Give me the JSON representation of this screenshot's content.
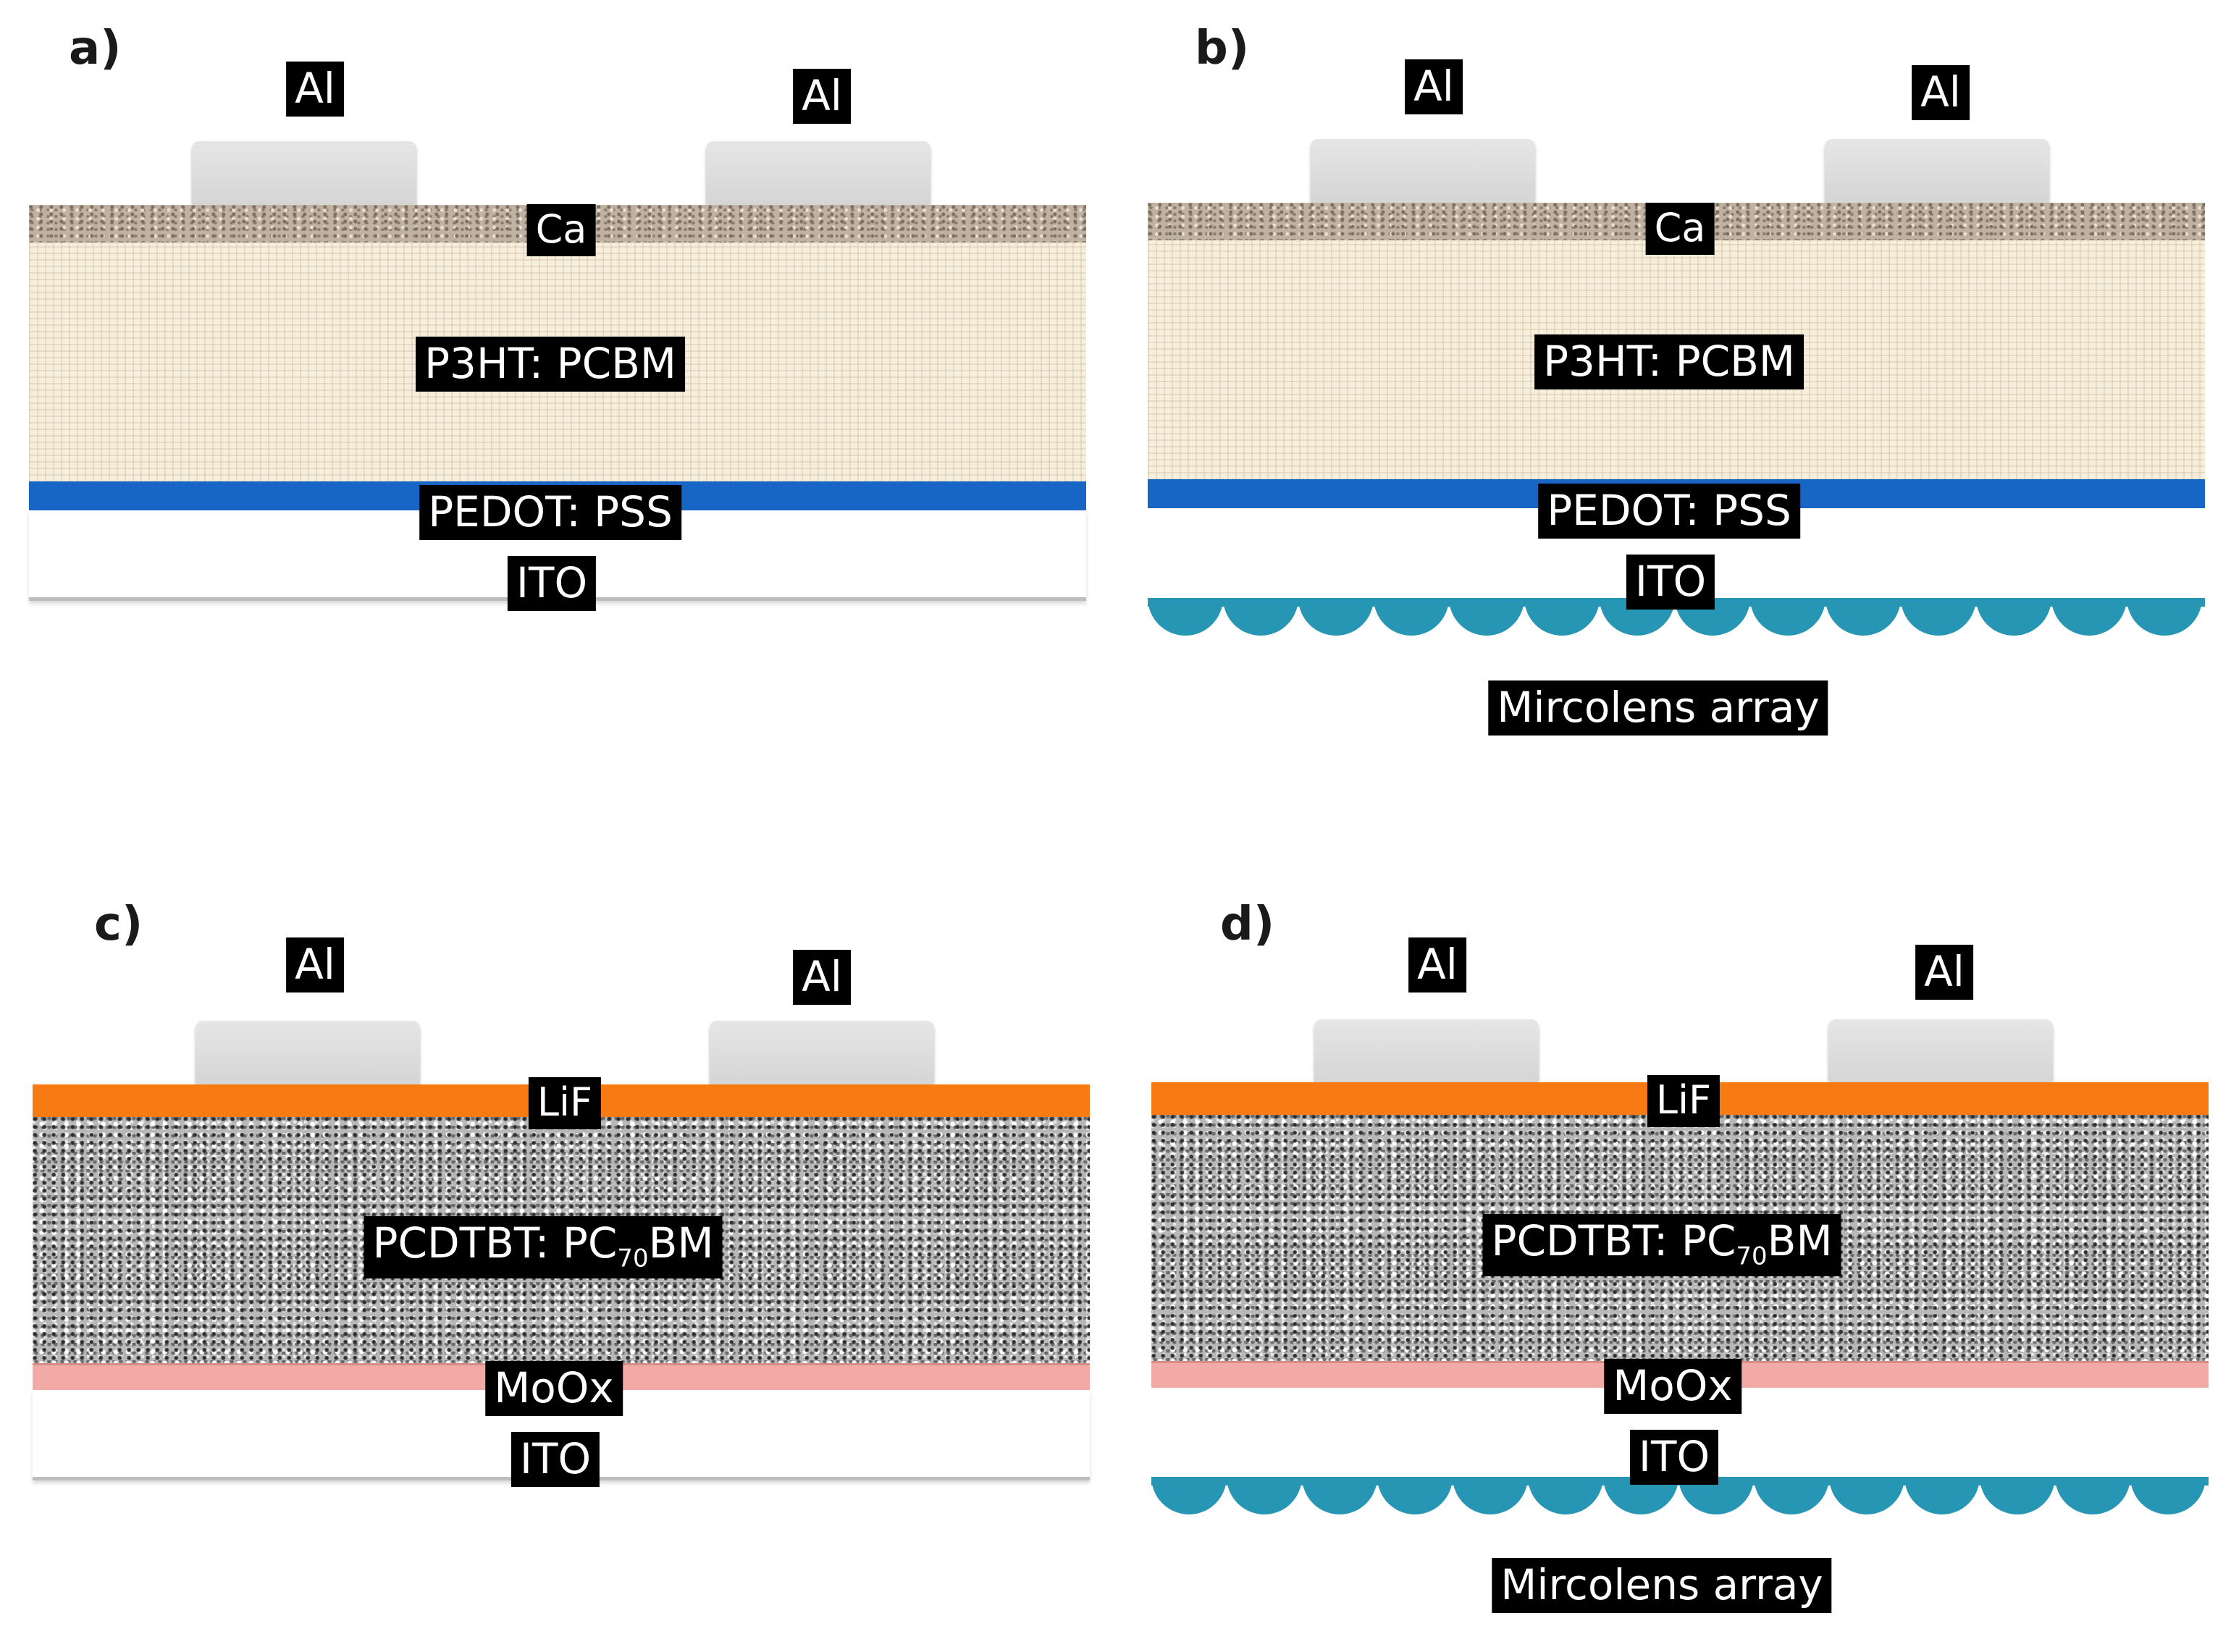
{
  "panels": [
    {
      "label": "a)",
      "electrode_left": "Al",
      "electrode_right": "Al",
      "top_layer": "Ca",
      "active_layer": "P3HT: PCBM",
      "hole_layer": "PEDOT: PSS",
      "substrate": "ITO"
    },
    {
      "label": "b)",
      "electrode_left": "Al",
      "electrode_right": "Al",
      "top_layer": "Ca",
      "active_layer": "P3HT: PCBM",
      "hole_layer": "PEDOT: PSS",
      "substrate": "ITO",
      "lens_label": "Mircolens array"
    },
    {
      "label": "c)",
      "electrode_left": "Al",
      "electrode_right": "Al",
      "top_layer": "LiF",
      "active_layer_main": "PCDTBT: PC",
      "active_layer_sub": "70",
      "active_layer_tail": "BM",
      "hole_layer": "MoOx",
      "substrate": "ITO"
    },
    {
      "label": "d)",
      "electrode_left": "Al",
      "electrode_right": "Al",
      "top_layer": "LiF",
      "active_layer_main": "PCDTBT: PC",
      "active_layer_sub": "70",
      "active_layer_tail": "BM",
      "hole_layer": "MoOx",
      "substrate": "ITO",
      "lens_label": "Mircolens array"
    }
  ],
  "colors": {
    "calcium": "#bfb2a3",
    "p3ht_pcbm": "#f7eedc",
    "pedot_pss": "#1765c4",
    "lif": "#f77b12",
    "moox": "#f1aaa5",
    "microlens": "#2696b4",
    "label_bg": "#000000"
  },
  "microlens_count": 14
}
